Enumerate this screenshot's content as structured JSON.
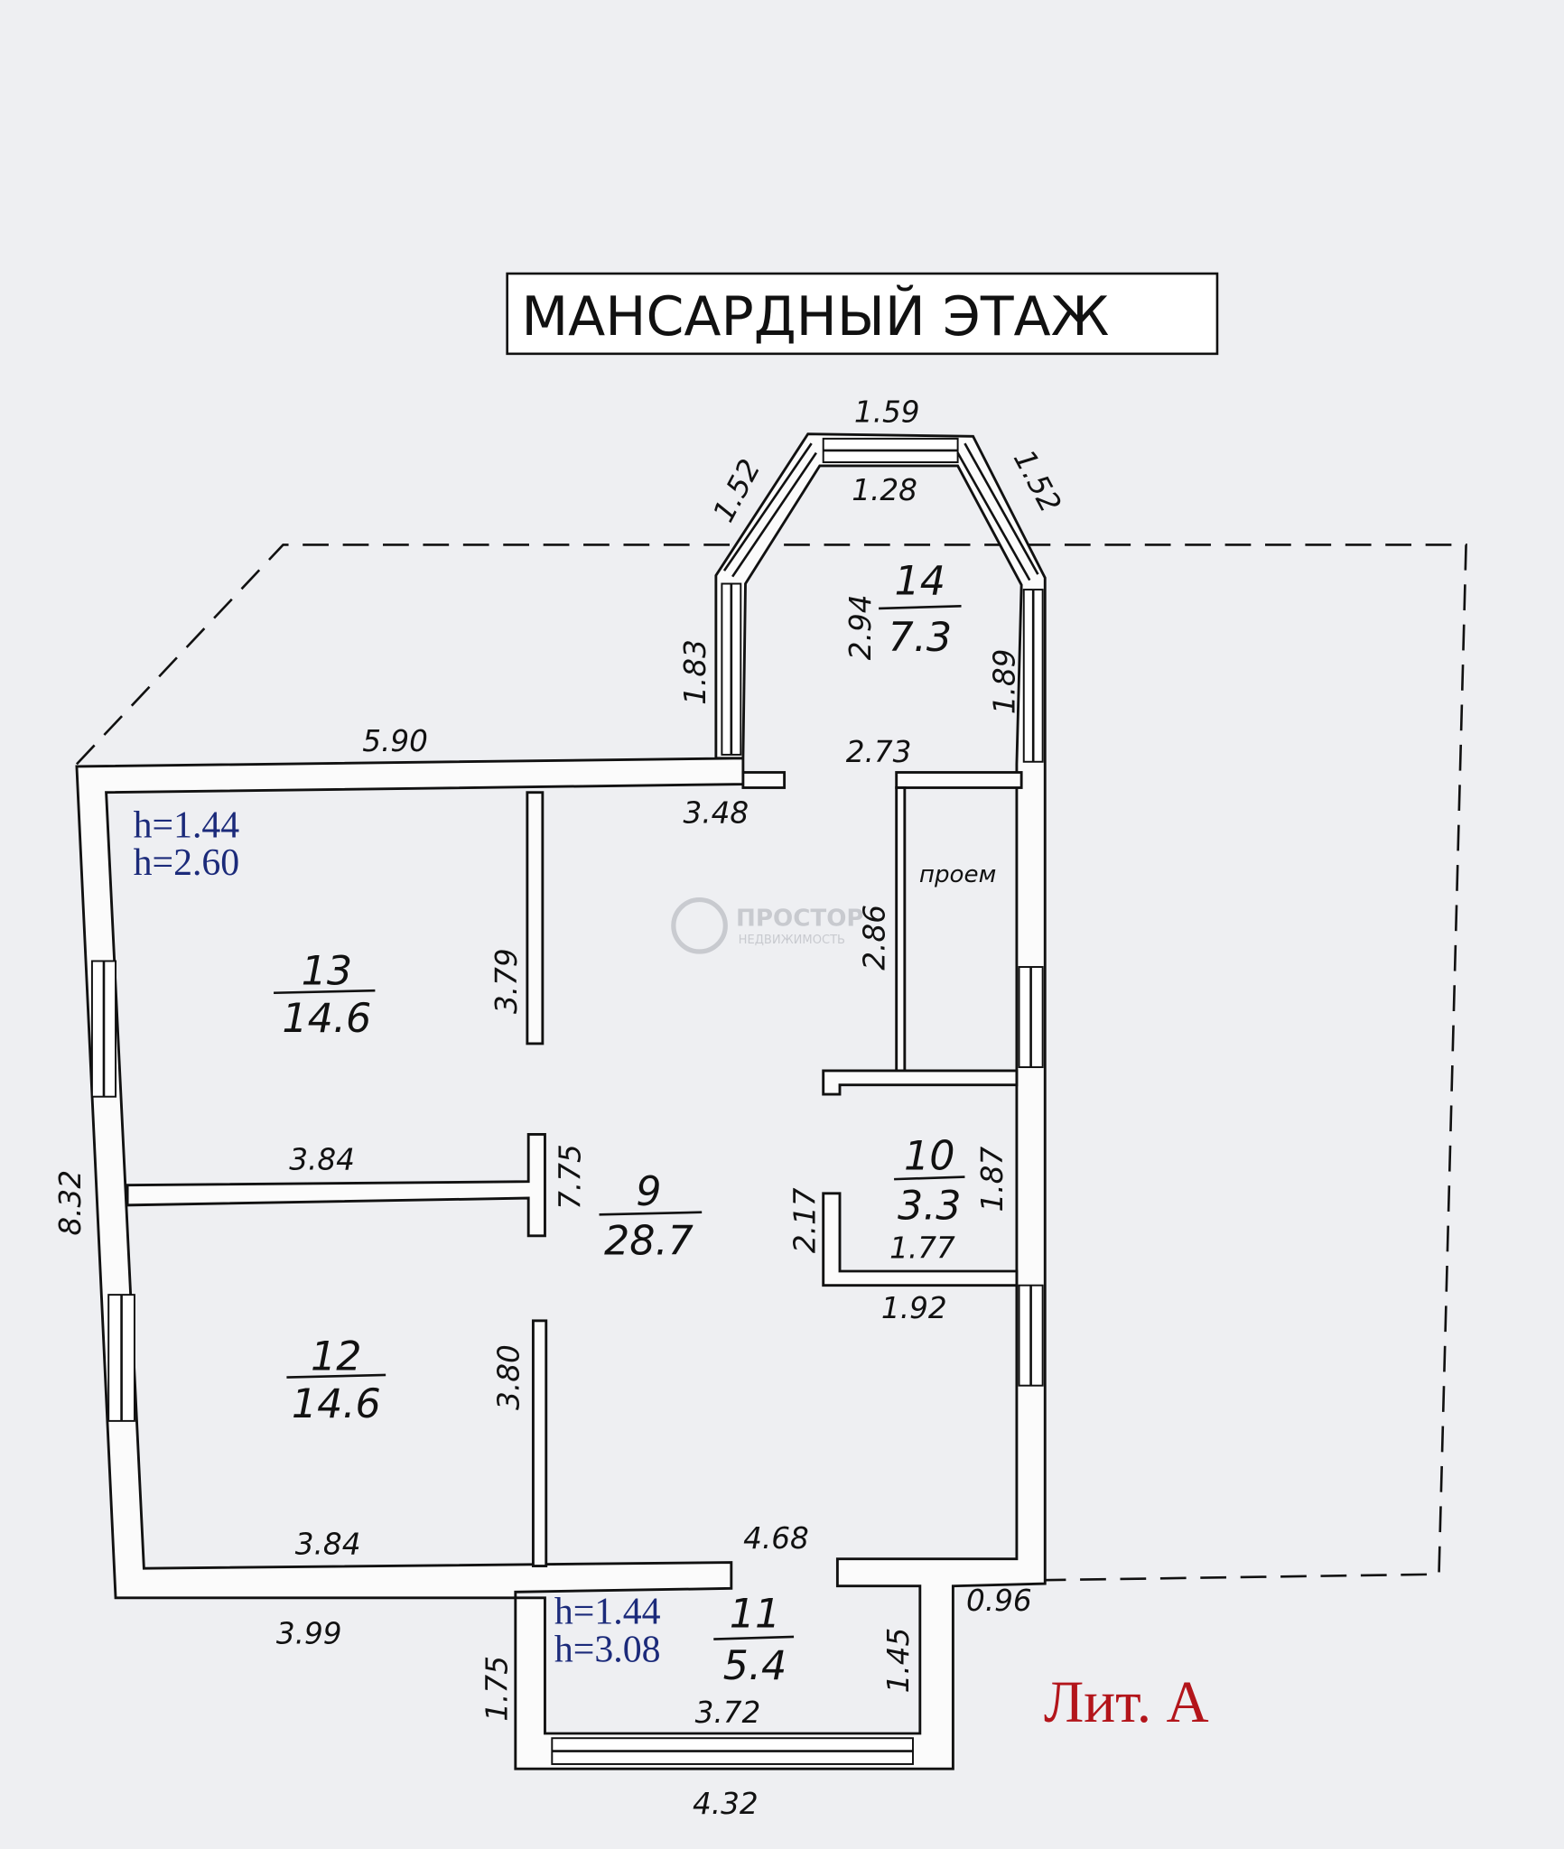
{
  "title": "МАНСАРДНЫЙ ЭТАЖ",
  "litera": "Лит. А",
  "watermark": {
    "brand": "ПРОСТОР",
    "sub": "НЕДВИЖИМОСТЬ"
  },
  "rooms": [
    {
      "number": "13",
      "area": "14.6"
    },
    {
      "number": "12",
      "area": "14.6"
    },
    {
      "number": "9",
      "area": "28.7"
    },
    {
      "number": "10",
      "area": "3.3"
    },
    {
      "number": "14",
      "area": "7.3"
    },
    {
      "number": "11",
      "area": "5.4"
    }
  ],
  "heights": [
    {
      "h1": "h=1.44",
      "h2": "h=2.60"
    },
    {
      "h1": "h=1.44",
      "h2": "h=3.08"
    }
  ],
  "opening_label": "проем",
  "dims": [
    "1.59",
    "1.52",
    "1.52",
    "1.28",
    "2.94",
    "1.83",
    "1.89",
    "5.90",
    "2.73",
    "3.48",
    "2.86",
    "3.79",
    "3.84",
    "7.75",
    "2.17",
    "1.87",
    "1.77",
    "1.92",
    "8.32",
    "3.80",
    "3.84",
    "4.68",
    "0.96",
    "3.99",
    "1.75",
    "1.45",
    "3.72",
    "4.32"
  ]
}
